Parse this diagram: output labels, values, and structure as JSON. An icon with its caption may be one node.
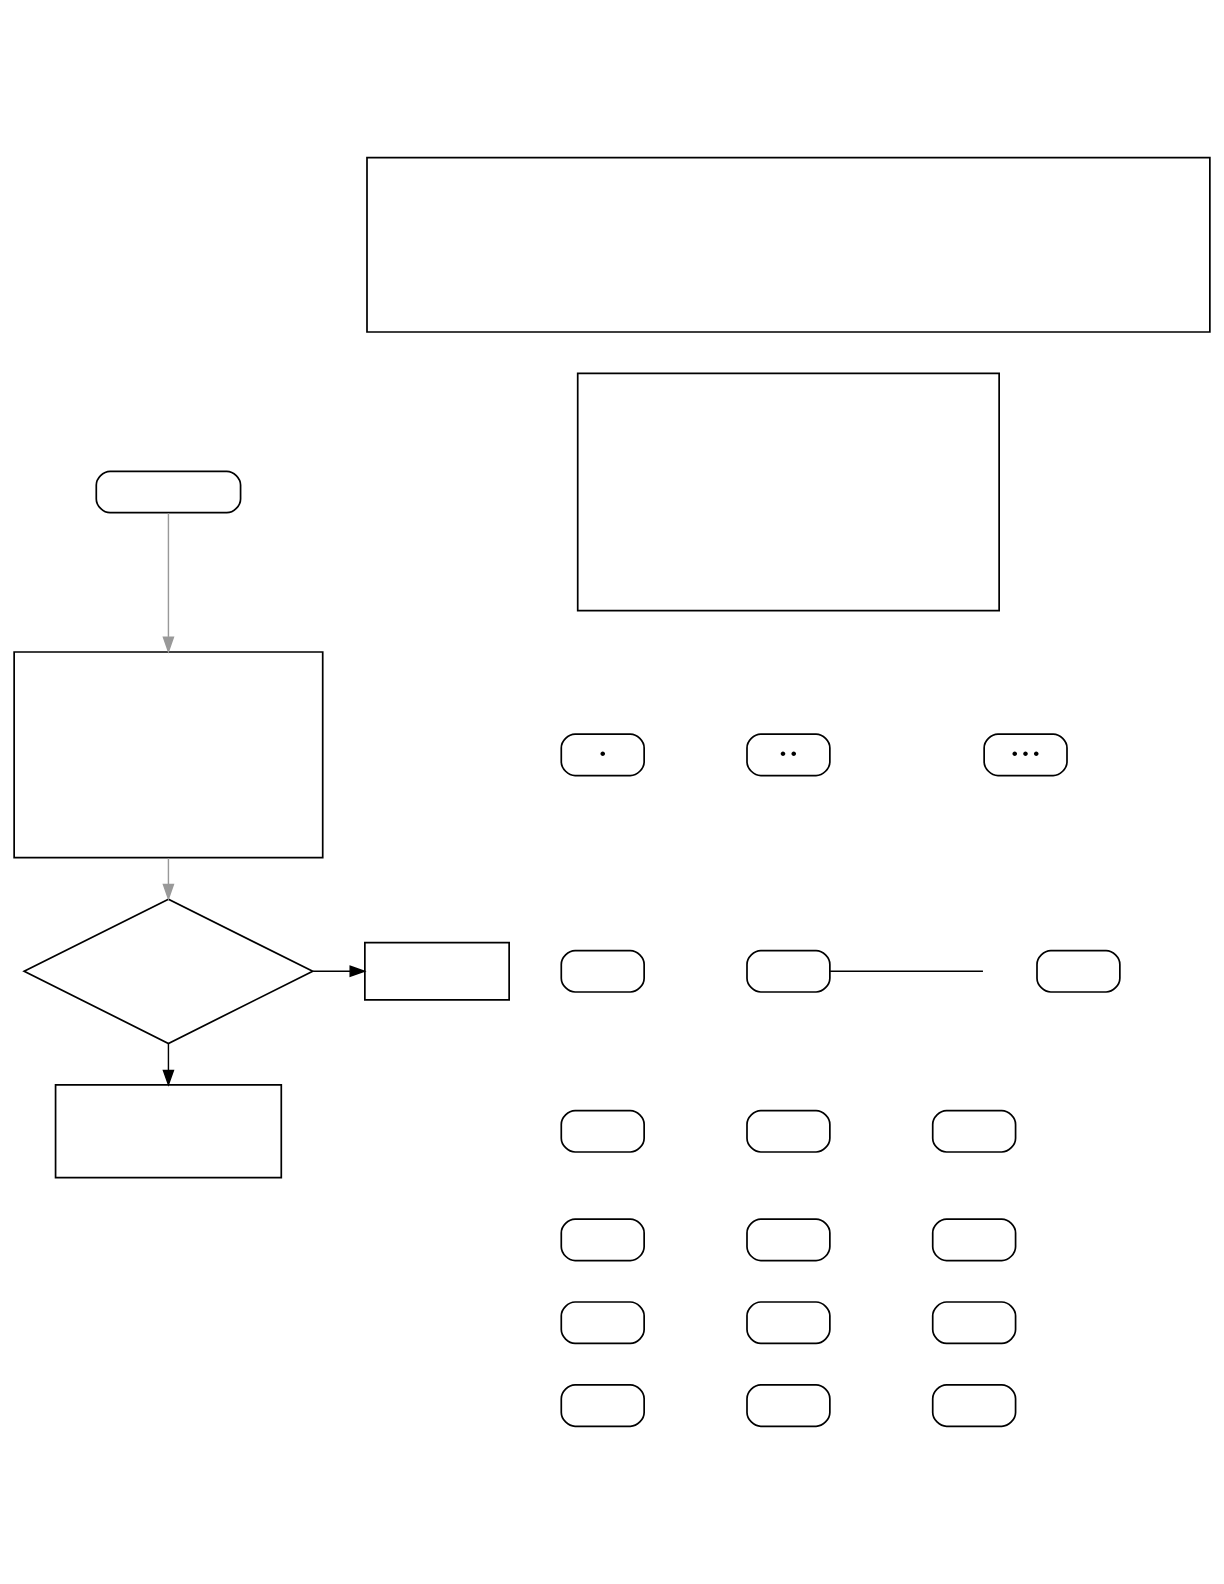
{
  "diagram": {
    "nodes": [
      {
        "text": [],
        "shape": "oval"
      },
      {
        "text": [],
        "shape": "box"
      },
      {
        "text": [],
        "shape": "diamond"
      },
      {
        "text": [],
        "shape": "box"
      },
      {
        "text": [],
        "shape": "box"
      },
      {
        "text": [],
        "shape": "box"
      },
      {
        "text": [],
        "shape": "box"
      },
      {
        "text": [
          "•"
        ]
      },
      {
        "text": [
          "• •"
        ]
      },
      {
        "text": [
          "• • •"
        ]
      },
      {
        "text": [],
        "shape": "oval"
      },
      {
        "text": [],
        "shape": "oval"
      },
      {
        "text": [],
        "shape": "oval"
      },
      {
        "text": [],
        "shape": "oval"
      },
      {
        "text": [],
        "shape": "oval"
      },
      {
        "text": [],
        "shape": "oval"
      },
      {
        "text": [],
        "shape": "oval"
      },
      {
        "text": [],
        "shape": "oval"
      },
      {
        "text": [],
        "shape": "oval"
      },
      {
        "text": [],
        "shape": "oval"
      },
      {
        "text": [],
        "shape": "oval"
      },
      {
        "text": [],
        "shape": "oval"
      },
      {
        "text": [],
        "shape": "oval"
      },
      {
        "text": [],
        "shape": "oval"
      },
      {
        "text": [],
        "shape": "oval"
      }
    ],
    "edges": [
      {
        "from": 0,
        "to": 1,
        "arrow": "to",
        "color": "#999999"
      },
      {
        "from": 1,
        "to": 2,
        "arrow": "to",
        "color": "#999999"
      },
      {
        "from": 2,
        "to": 3,
        "arrow": "to"
      },
      {
        "from": 2,
        "to": 4,
        "arrow": "to"
      },
      {
        "from": 11,
        "to": null,
        "arrow": "none"
      }
    ]
  }
}
